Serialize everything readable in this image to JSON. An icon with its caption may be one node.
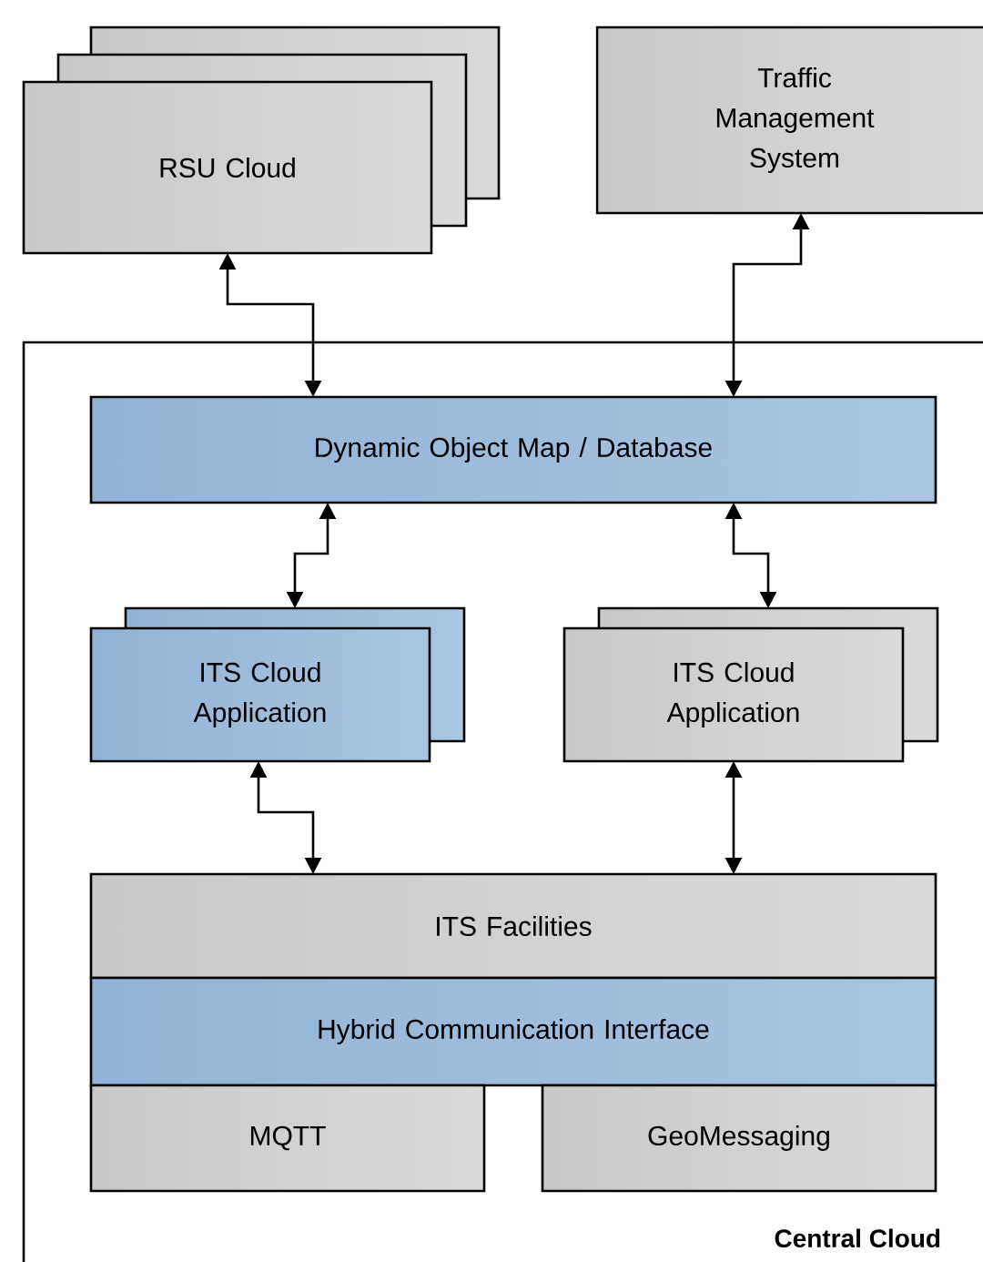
{
  "diagram": {
    "nodes": [
      {
        "text": [
          "RSU Cloud"
        ]
      },
      {
        "text": [
          "Traffic Management System"
        ]
      },
      {
        "text": [
          "Central Cloud"
        ]
      },
      {
        "text": [
          "Dynamic Object Map / Database"
        ],
        "in": 2
      },
      {
        "text": [
          "ITS Cloud Application"
        ],
        "in": 2
      },
      {
        "text": [
          "ITS Cloud Application"
        ],
        "in": 2
      },
      {
        "text": [
          "ITS Facilities"
        ],
        "in": 2
      },
      {
        "text": [
          "Hybrid Communication Interface"
        ],
        "in": 2
      },
      {
        "text": [
          "MQTT"
        ],
        "in": 2
      },
      {
        "text": [
          "GeoMessaging"
        ],
        "in": 2
      }
    ],
    "edges": [
      {
        "from": 0,
        "to": 3,
        "arrow": "both"
      },
      {
        "from": 1,
        "to": 3,
        "arrow": "both"
      },
      {
        "from": 3,
        "to": 4,
        "arrow": "both"
      },
      {
        "from": 3,
        "to": 5,
        "arrow": "both"
      },
      {
        "from": 4,
        "to": 6,
        "arrow": "both"
      },
      {
        "from": 5,
        "to": 6,
        "arrow": "both"
      }
    ]
  }
}
